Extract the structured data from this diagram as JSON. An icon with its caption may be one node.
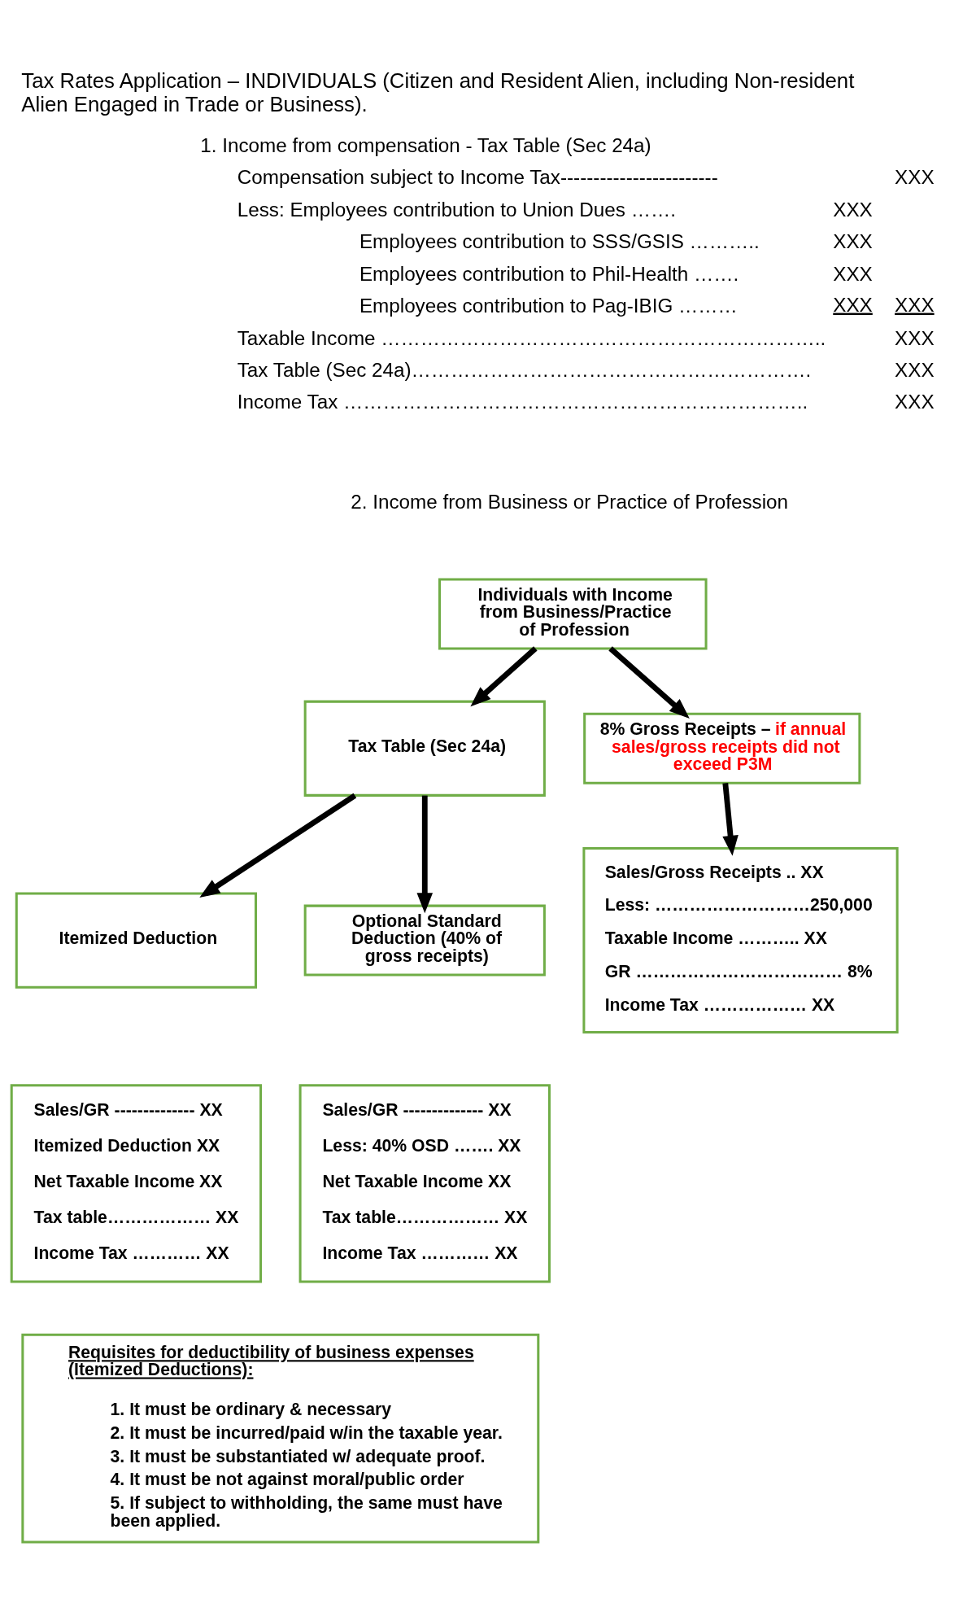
{
  "diagram": {
    "title": "Tax Rates Application – INDIVIDUALS (Citizen and Resident Alien, including Non-resident Alien Engaged in Trade or Business).",
    "nodes": [
      {
        "text": [
          "Individuals with Income from Business/Practice of Profession"
        ]
      },
      {
        "text": [
          "Tax Table (Sec 24a)"
        ]
      },
      {
        "text": [
          "8% Gross Receipts –",
          "if annual sales/gross receipts did not exceed P3M"
        ]
      },
      {
        "text": [
          "Itemized Deduction"
        ]
      },
      {
        "text": [
          "Optional Standard Deduction (40% of gross receipts)"
        ]
      },
      {
        "text": [
          "Sales/Gross Receipts .. XX",
          "Less: ………………………250,000",
          "Taxable Income ……….. XX",
          "GR ……………………………… 8%",
          "Income Tax ……………… XX"
        ]
      },
      {
        "text": [
          "Sales/GR -------------- XX",
          "Itemized Deduction XX",
          "Net Taxable Income XX",
          "Tax table……………… XX",
          "Income Tax ………… XX"
        ]
      },
      {
        "text": [
          "Sales/GR -------------- XX",
          "Less: 40% OSD ……. XX",
          "Net Taxable Income XX",
          "Tax table……………… XX",
          "Income Tax ………… XX"
        ]
      },
      {
        "text": [
          "Requisites for deductibility of business expenses (Itemized Deductions):",
          "1. It must be ordinary & necessary",
          "2. It must be incurred/paid w/in the taxable year.",
          "3. It must be substantiated w/ adequate proof.",
          "4. It must be not against moral/public order",
          "5. If subject to withholding, the same must have been applied."
        ]
      }
    ],
    "edges": [
      {
        "from": 0,
        "to": 1,
        "arrow": "to"
      },
      {
        "from": 0,
        "to": 2,
        "arrow": "to"
      },
      {
        "from": 1,
        "to": 3,
        "arrow": "to"
      },
      {
        "from": 1,
        "to": 4,
        "arrow": "to"
      },
      {
        "from": 2,
        "to": 5,
        "arrow": "to"
      }
    ],
    "labels": [
      "1. Income from compensation - Tax Table (Sec 24a)",
      "Compensation subject to Income Tax------------------------",
      "XXX",
      "Less: Employees contribution to Union Dues …….",
      "XXX",
      "Employees contribution to SSS/GSIS ………..",
      "XXX",
      "Employees contribution to Phil-Health …….",
      "XXX",
      "Employees contribution to Pag-IBIG ………",
      "XXX",
      "XXX",
      "Taxable Income …………………………………………………………..",
      "XXX",
      "Tax Table (Sec 24a)…………………………………………………….",
      "XXX",
      "Income Tax ……………………………………………………………..",
      "XXX",
      "2. Income from Business or Practice of Profession"
    ]
  }
}
